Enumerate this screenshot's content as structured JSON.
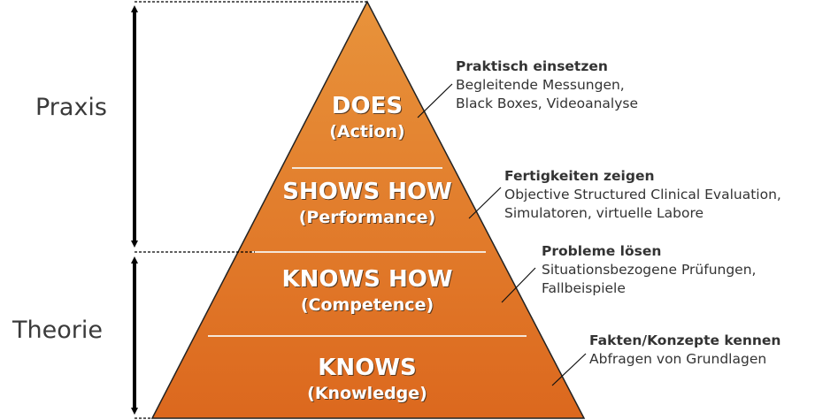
{
  "side_labels": {
    "praxis": "Praxis",
    "theorie": "Theorie"
  },
  "levels": [
    {
      "title": "DOES",
      "subtitle": "(Action)"
    },
    {
      "title": "SHOWS HOW",
      "subtitle": "(Performance)"
    },
    {
      "title": "KNOWS HOW",
      "subtitle": "(Competence)"
    },
    {
      "title": "KNOWS",
      "subtitle": "(Knowledge)"
    }
  ],
  "annotations": [
    {
      "heading": "Praktisch einsetzen",
      "lines": [
        "Begleitende Messungen,",
        "Black Boxes, Videoanalyse"
      ]
    },
    {
      "heading": "Fertigkeiten zeigen",
      "lines": [
        "Objective Structured Clinical Evaluation,",
        "Simulatoren, virtuelle Labore"
      ]
    },
    {
      "heading": "Probleme lösen",
      "lines": [
        "Situationsbezogene Prüfungen,",
        "Fallbeispiele"
      ]
    },
    {
      "heading": "Fakten/Konzepte kennen",
      "lines": [
        "Abfragen von Grundlagen"
      ]
    }
  ],
  "colors": {
    "top": "#e8933b",
    "bottom": "#dc681e",
    "text": "#333333"
  }
}
